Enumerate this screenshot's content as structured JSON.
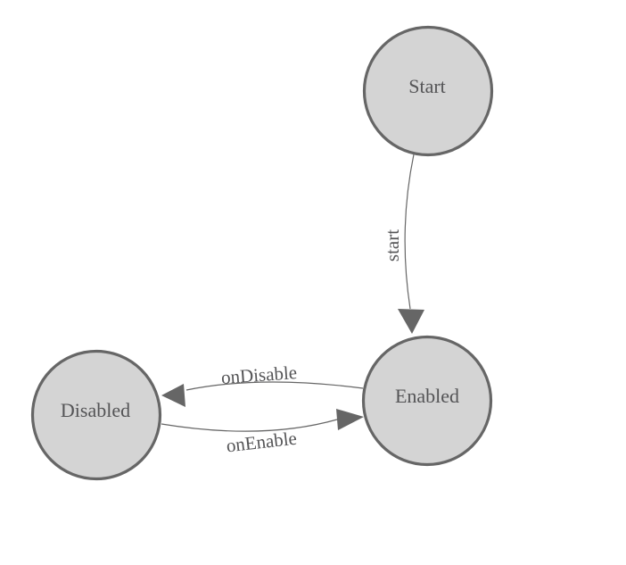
{
  "colors": {
    "background": "#ffffff",
    "node_fill": "#d4d4d4",
    "node_stroke": "#666666",
    "edge_color": "#666666",
    "arrow_fill": "#666666",
    "text_color": "#545456"
  },
  "nodes": [
    {
      "id": "start",
      "label": "Start"
    },
    {
      "id": "enabled",
      "label": "Enabled"
    },
    {
      "id": "disabled",
      "label": "Disabled"
    }
  ],
  "edges": [
    {
      "id": "start-transition",
      "label": "start",
      "from": "Start",
      "to": "Enabled"
    },
    {
      "id": "on-disable-transition",
      "label": "onDisable",
      "from": "Enabled",
      "to": "Disabled"
    },
    {
      "id": "on-enable-transition",
      "label": "onEnable",
      "from": "Disabled",
      "to": "Enabled"
    }
  ]
}
